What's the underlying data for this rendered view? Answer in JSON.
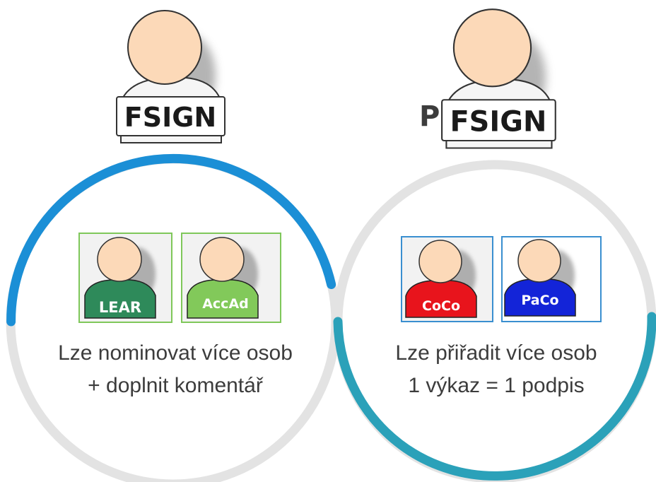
{
  "colors": {
    "ring_blue": "#1b8fd6",
    "ring_teal": "#2ba1b9",
    "ring_gray": "#e3e3e3",
    "skin": "#fcd9b8",
    "lear": "#2e8a5a",
    "accad": "#82c95a",
    "coco": "#e8141c",
    "paco": "#1324d8",
    "green_frame": "#7fc75a",
    "blue_frame": "#3a8fd0"
  },
  "top_left": {
    "label": "FSIGN",
    "icon": "user-icon"
  },
  "top_right": {
    "prefix": "P",
    "label": "FSIGN",
    "icon": "user-icon"
  },
  "left_group": {
    "roles": [
      {
        "label": "LEAR",
        "icon": "user-icon"
      },
      {
        "label": "AccAd",
        "icon": "user-icon"
      }
    ],
    "caption": [
      "Lze nominovat více osob",
      "+ doplnit komentář"
    ]
  },
  "right_group": {
    "roles": [
      {
        "label": "CoCo",
        "icon": "user-icon"
      },
      {
        "label": "PaCo",
        "icon": "user-icon"
      }
    ],
    "caption": [
      "Lze přiřadit více osob",
      "1 výkaz = 1 podpis"
    ]
  }
}
